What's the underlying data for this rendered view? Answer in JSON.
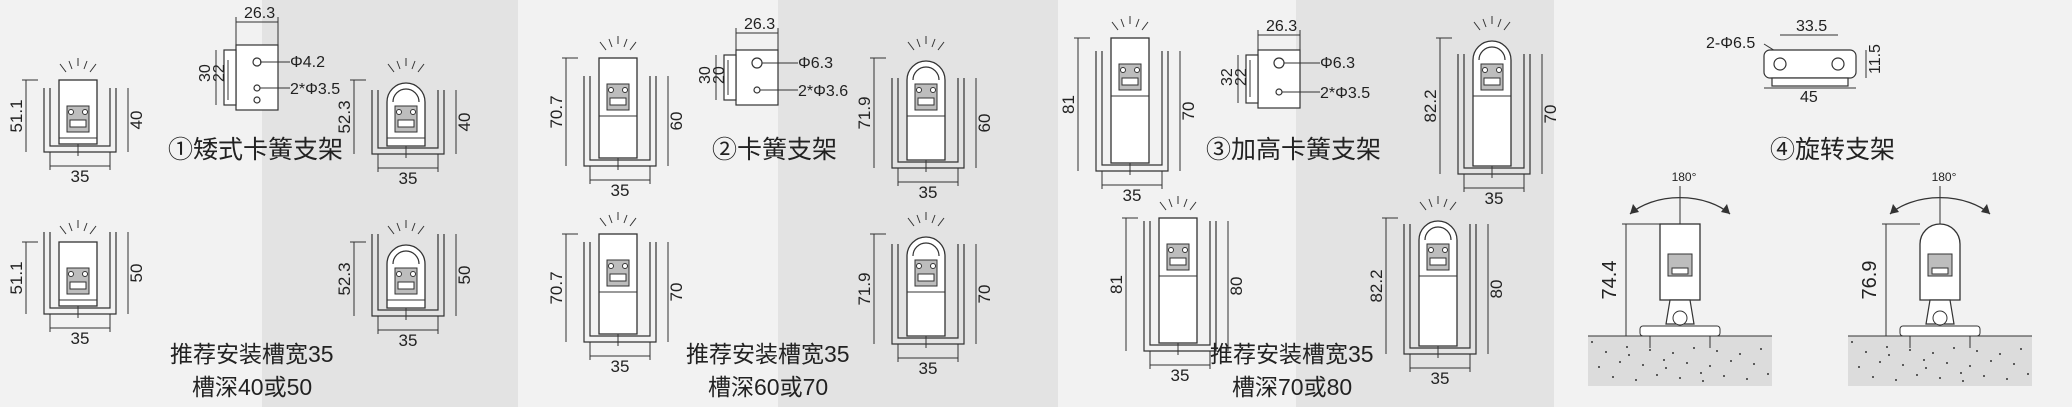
{
  "colors": {
    "panel_light": "#f2f2f2",
    "panel_dark": "#e3e3e3",
    "stroke": "#333333",
    "text": "#222222",
    "device_fill": "#ffffff",
    "gray_fill": "#bdbdbd",
    "concrete": "#dcdcdc"
  },
  "panels": [
    {
      "title": "①矮式卡簧支架",
      "top_dims": {
        "width": "26.3",
        "h1": "30",
        "h2": "22",
        "hole1": "Φ4.2",
        "hole2": "2*Φ3.5"
      },
      "installs": [
        {
          "left_height": "51.1",
          "groove_depth": "40",
          "groove_width": "35"
        },
        {
          "left_height": "52.3",
          "groove_depth": "40",
          "groove_width": "35"
        },
        {
          "left_height": "51.1",
          "groove_depth": "50",
          "groove_width": "35"
        },
        {
          "left_height": "52.3",
          "groove_depth": "50",
          "groove_width": "35"
        }
      ],
      "note_line1": "推荐安装槽宽35",
      "note_line2": "槽深40或50"
    },
    {
      "title": "②卡簧支架",
      "top_dims": {
        "width": "26.3",
        "h1": "30",
        "h2": "20",
        "hole1": "Φ6.3",
        "hole2": "2*Φ3.6"
      },
      "installs": [
        {
          "left_height": "70.7",
          "groove_depth": "60",
          "groove_width": "35"
        },
        {
          "left_height": "71.9",
          "groove_depth": "60",
          "groove_width": "35"
        },
        {
          "left_height": "70.7",
          "groove_depth": "70",
          "groove_width": "35"
        },
        {
          "left_height": "71.9",
          "groove_depth": "70",
          "groove_width": "35"
        }
      ],
      "note_line1": "推荐安装槽宽35",
      "note_line2": "槽深60或70"
    },
    {
      "title": "③加高卡簧支架",
      "top_dims": {
        "width": "26.3",
        "h1": "32",
        "h2": "22",
        "hole1": "Φ6.3",
        "hole2": "2*Φ3.5"
      },
      "installs": [
        {
          "left_height": "81",
          "groove_depth": "70",
          "groove_width": "35"
        },
        {
          "left_height": "82.2",
          "groove_depth": "70",
          "groove_width": "35"
        },
        {
          "left_height": "81",
          "groove_depth": "80",
          "groove_width": "35"
        },
        {
          "left_height": "82.2",
          "groove_depth": "80",
          "groove_width": "35"
        }
      ],
      "note_line1": "推荐安装槽宽35",
      "note_line2": "槽深70或80"
    },
    {
      "title": "④旋转支架",
      "top_dims": {
        "holes": "2-Φ6.5",
        "spacing": "33.5",
        "height": "11.5",
        "length": "45"
      },
      "rotations": [
        {
          "angle": "180°",
          "height": "74.4"
        },
        {
          "angle": "180°",
          "height": "76.9"
        }
      ]
    }
  ]
}
